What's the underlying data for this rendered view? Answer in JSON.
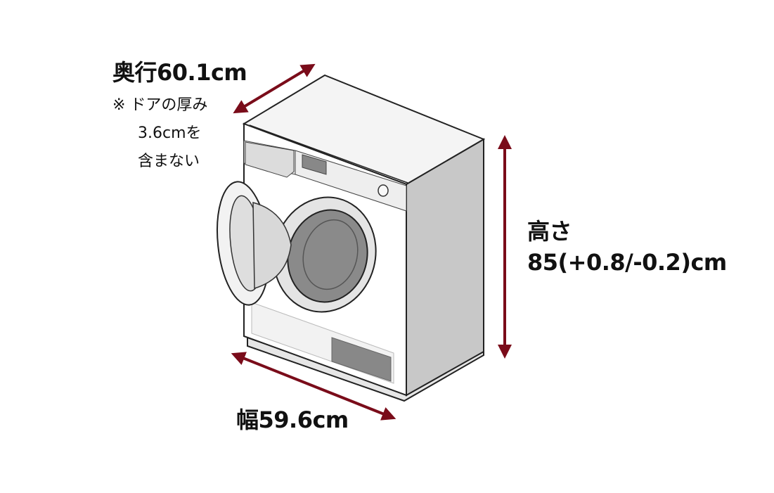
{
  "depth": {
    "label": "奥行60.1cm",
    "note_line1": "※ ドアの厚み",
    "note_line2": "3.6cmを",
    "note_line3": "含まない"
  },
  "height": {
    "label": "高さ",
    "value": "85(+0.8/-0.2)cm"
  },
  "width": {
    "label": "幅59.6cm"
  },
  "colors": {
    "arrow": "#7a0c1a",
    "outline": "#222222",
    "side_panel": "#c8c8c8",
    "top_panel": "#f4f4f4",
    "drum": "#8a8a8a"
  },
  "icons": {
    "appliance": "drum-washing-machine-icon"
  }
}
